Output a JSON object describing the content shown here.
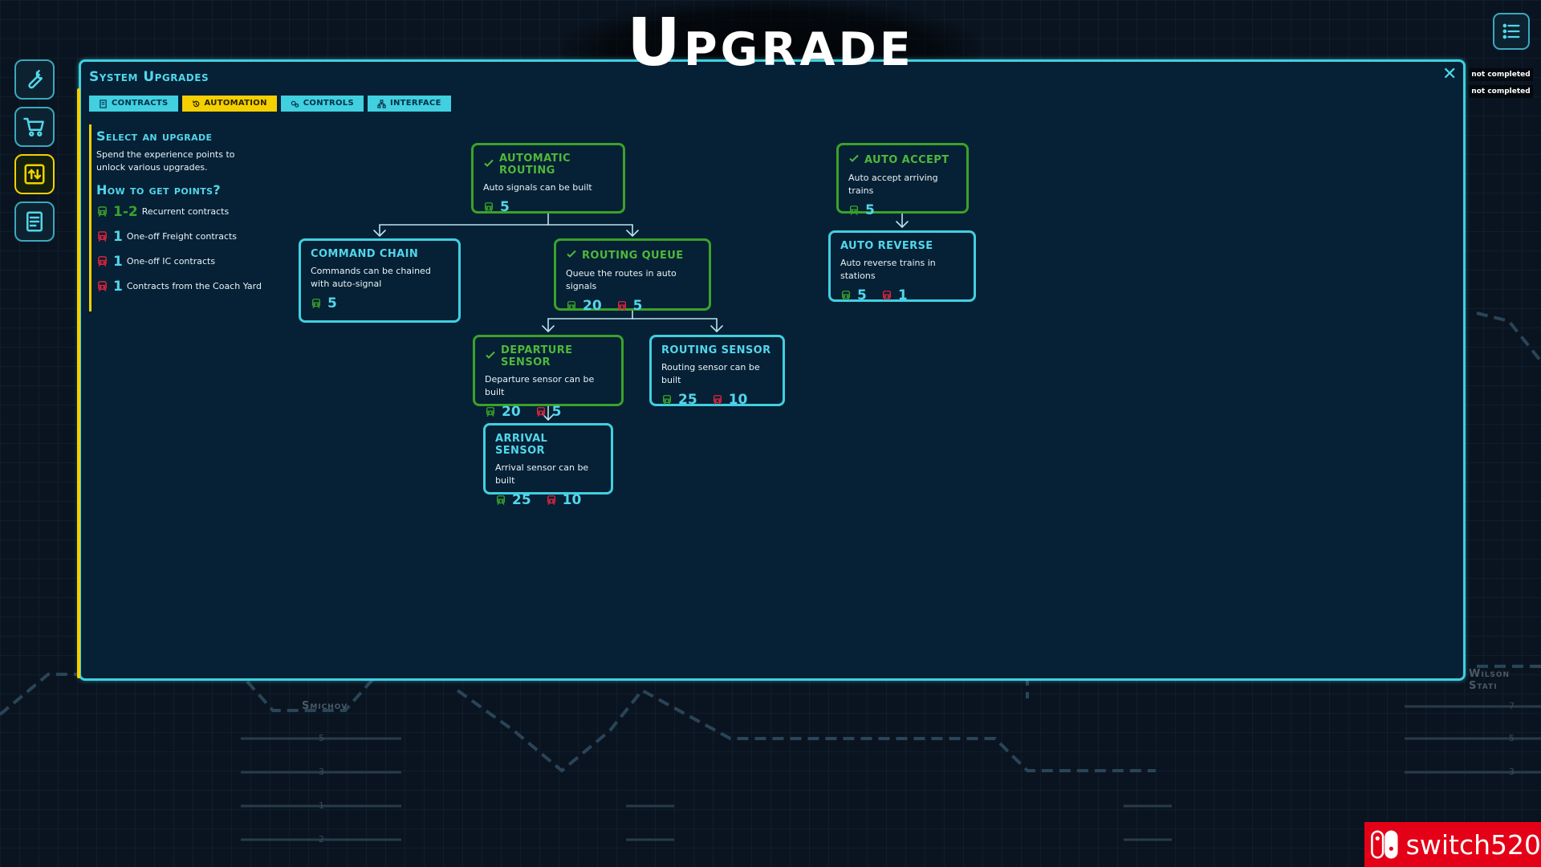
{
  "page_title": "Upgrade",
  "top_right": {
    "menu_icon": "list-menu-icon",
    "status": [
      "not completed",
      "not completed"
    ]
  },
  "left_rail": [
    {
      "icon": "wrench-icon",
      "active": false
    },
    {
      "icon": "cart-icon",
      "active": false
    },
    {
      "icon": "upgrade-icon",
      "active": true
    },
    {
      "icon": "book-icon",
      "active": false
    }
  ],
  "background_map": {
    "labels": [
      "Smichov",
      "Wilson Stati"
    ],
    "numbers": [
      "5",
      "3",
      "1",
      "2",
      "7",
      "5",
      "3"
    ]
  },
  "panel": {
    "title": "System Upgrades",
    "close_label": "✕",
    "tabs": [
      {
        "label": "Contracts",
        "icon": "contract-icon",
        "active": false
      },
      {
        "label": "Automation",
        "icon": "automation-icon",
        "active": true
      },
      {
        "label": "Controls",
        "icon": "controls-icon",
        "active": false
      },
      {
        "label": "Interface",
        "icon": "interface-icon",
        "active": false
      }
    ],
    "info": {
      "heading": "Select an upgrade",
      "text": "Spend the experience points to unlock various upgrades.",
      "points_heading": "How to get points?",
      "points": [
        {
          "value": "1-2",
          "label": "Recurrent contracts",
          "color": "#3aa22a"
        },
        {
          "value": "1",
          "label": "One-off Freight contracts",
          "color": "#e0243c"
        },
        {
          "value": "1",
          "label": "One-off IC contracts",
          "color": "#e0243c"
        },
        {
          "value": "1",
          "label": "Contracts from the Coach Yard",
          "color": "#e0243c"
        }
      ]
    }
  },
  "nodes": {
    "automatic_routing": {
      "title": "Automatic Routing",
      "desc": "Auto signals can be built",
      "completed": true,
      "costs": [
        {
          "type": "green",
          "value": "5"
        }
      ]
    },
    "command_chain": {
      "title": "Command Chain",
      "desc": "Commands can be chained with auto-signal",
      "completed": false,
      "costs": [
        {
          "type": "green",
          "value": "5"
        }
      ]
    },
    "routing_queue": {
      "title": "Routing Queue",
      "desc": "Queue the routes in auto signals",
      "completed": true,
      "costs": [
        {
          "type": "green",
          "value": "20"
        },
        {
          "type": "red",
          "value": "5"
        }
      ]
    },
    "departure_sensor": {
      "title": "Departure Sensor",
      "desc": "Departure sensor can be built",
      "completed": true,
      "costs": [
        {
          "type": "green",
          "value": "20"
        },
        {
          "type": "red",
          "value": "5"
        }
      ]
    },
    "routing_sensor": {
      "title": "Routing Sensor",
      "desc": "Routing sensor can be built",
      "completed": false,
      "costs": [
        {
          "type": "green",
          "value": "25"
        },
        {
          "type": "red",
          "value": "10"
        }
      ]
    },
    "arrival_sensor": {
      "title": "Arrival Sensor",
      "desc": "Arrival sensor can be built",
      "completed": false,
      "costs": [
        {
          "type": "green",
          "value": "25"
        },
        {
          "type": "red",
          "value": "10"
        }
      ]
    },
    "auto_accept": {
      "title": "Auto Accept",
      "desc": "Auto accept arriving trains",
      "completed": true,
      "costs": [
        {
          "type": "green",
          "value": "5"
        }
      ]
    },
    "auto_reverse": {
      "title": "Auto Reverse",
      "desc": "Auto reverse trains in stations",
      "completed": false,
      "costs": [
        {
          "type": "green",
          "value": "5"
        },
        {
          "type": "red",
          "value": "1"
        }
      ]
    }
  },
  "colors": {
    "accent": "#40d0e0",
    "done": "#3aa22a",
    "active_tab": "#f4d000",
    "green_point": "#3aa22a",
    "red_point": "#e0243c"
  },
  "watermark": {
    "text": "switch520",
    "logo": "switch-logo-icon"
  }
}
